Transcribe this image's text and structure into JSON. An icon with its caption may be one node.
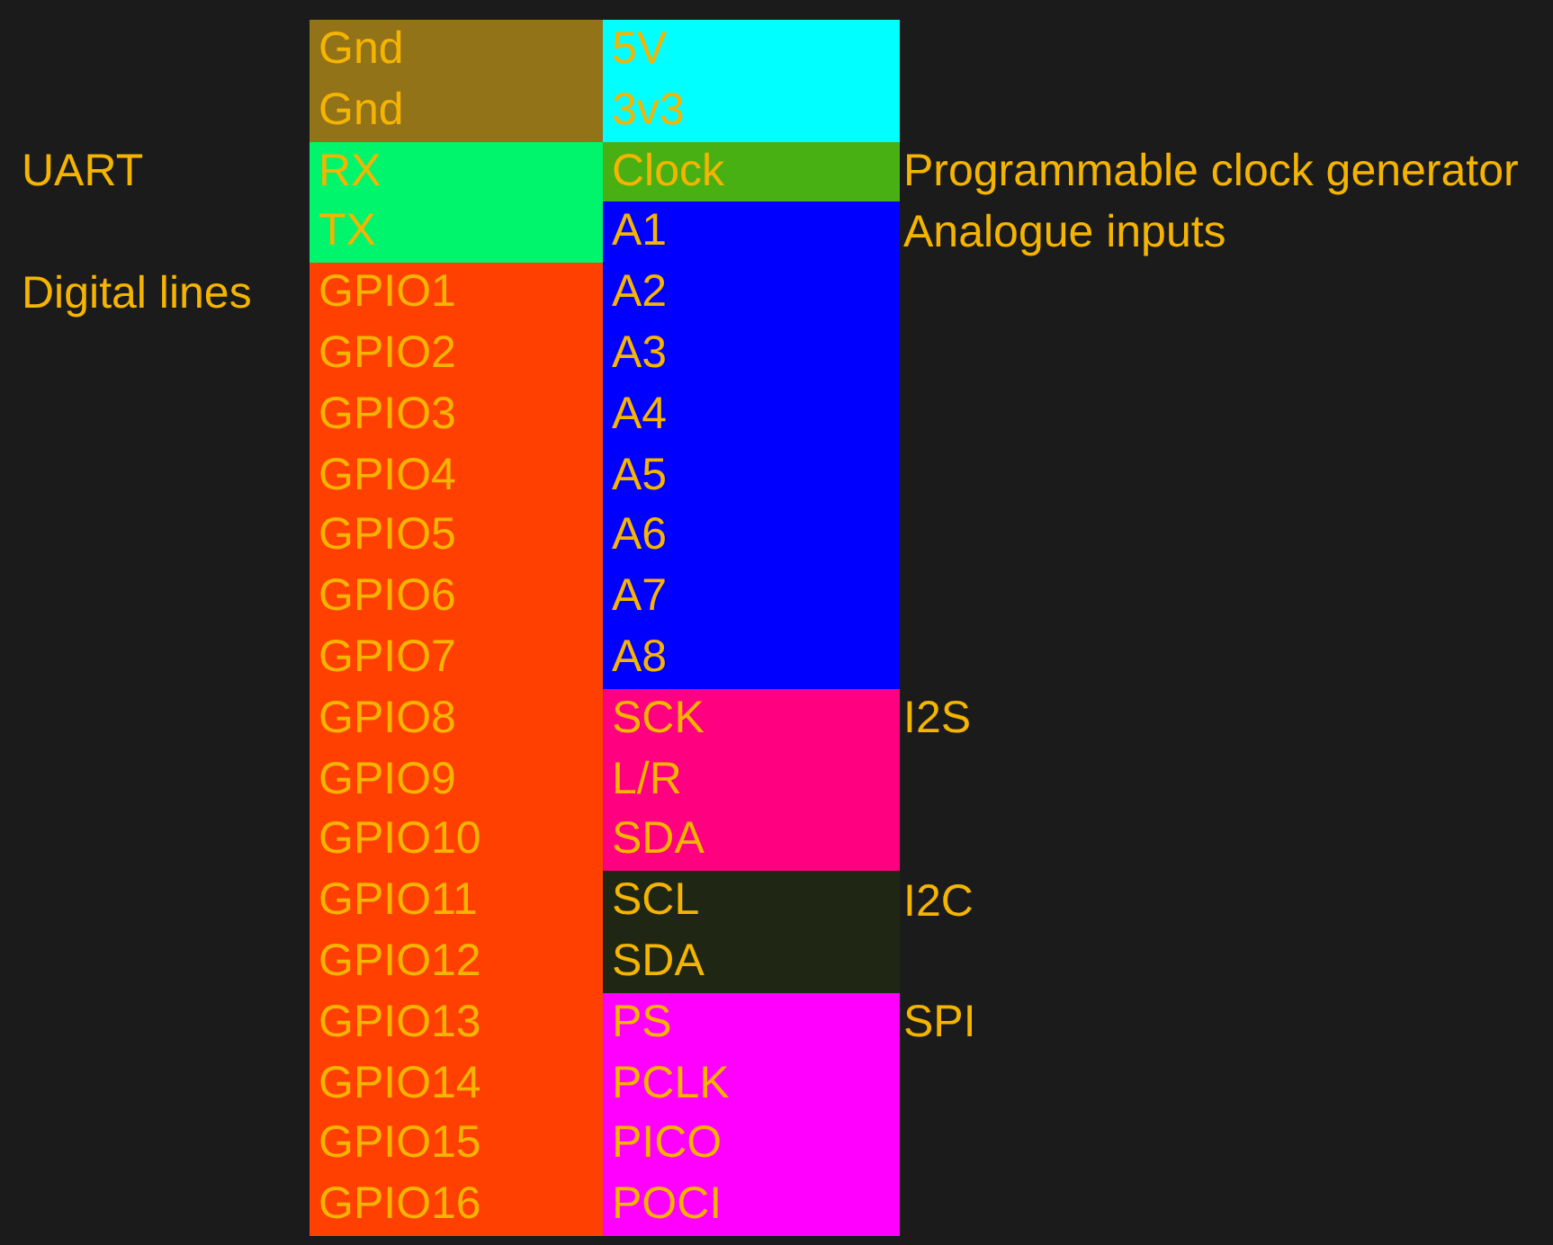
{
  "diagram": {
    "labels": [
      "Gnd",
      "5V",
      "Gnd",
      "3v3",
      "UART",
      "RX",
      "Clock",
      "Programmable clock generator",
      "TX",
      "A1",
      "Analogue inputs",
      "Digital lines",
      "GPIO1",
      "A2",
      "GPIO2",
      "A3",
      "GPIO3",
      "A4",
      "GPIO4",
      "A5",
      "GPIO5",
      "A6",
      "GPIO6",
      "A7",
      "GPIO7",
      "A8",
      "GPIO8",
      "SCK",
      "I2S",
      "GPIO9",
      "L/R",
      "GPIO10",
      "SDA",
      "GPIO11",
      "SCL",
      "I2C",
      "GPIO12",
      "SDA",
      "GPIO13",
      "PS",
      "SPI",
      "GPIO14",
      "PCLK",
      "GPIO15",
      "PICO",
      "GPIO16",
      "POCI"
    ]
  }
}
